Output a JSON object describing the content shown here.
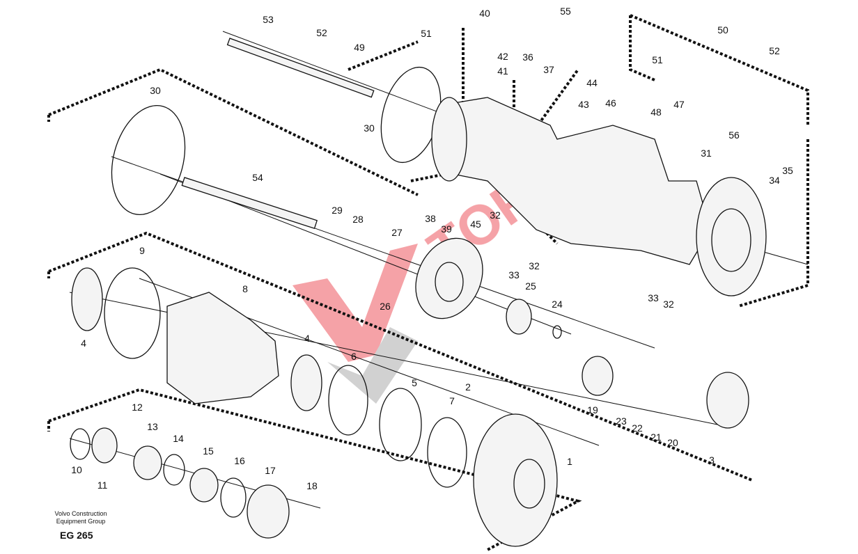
{
  "footer": {
    "line1": "Volvo Construction",
    "line2": "Equipment Group",
    "code": "EG 265"
  },
  "watermark": {
    "brand": "TORK",
    "monogram": "VM",
    "color": "#e8303a"
  },
  "callouts": [
    "53",
    "52",
    "49",
    "51",
    "40",
    "55",
    "42",
    "41",
    "36",
    "37",
    "44",
    "30",
    "30",
    "43",
    "46",
    "48",
    "47",
    "56",
    "50",
    "51",
    "52",
    "31",
    "35",
    "34",
    "54",
    "29",
    "28",
    "38",
    "39",
    "45",
    "32",
    "27",
    "9",
    "33",
    "32",
    "8",
    "25",
    "26",
    "24",
    "33",
    "32",
    "4",
    "4",
    "6",
    "5",
    "2",
    "7",
    "19",
    "23",
    "22",
    "21",
    "20",
    "3",
    "12",
    "13",
    "14",
    "15",
    "16",
    "17",
    "18",
    "10",
    "11",
    "1"
  ]
}
